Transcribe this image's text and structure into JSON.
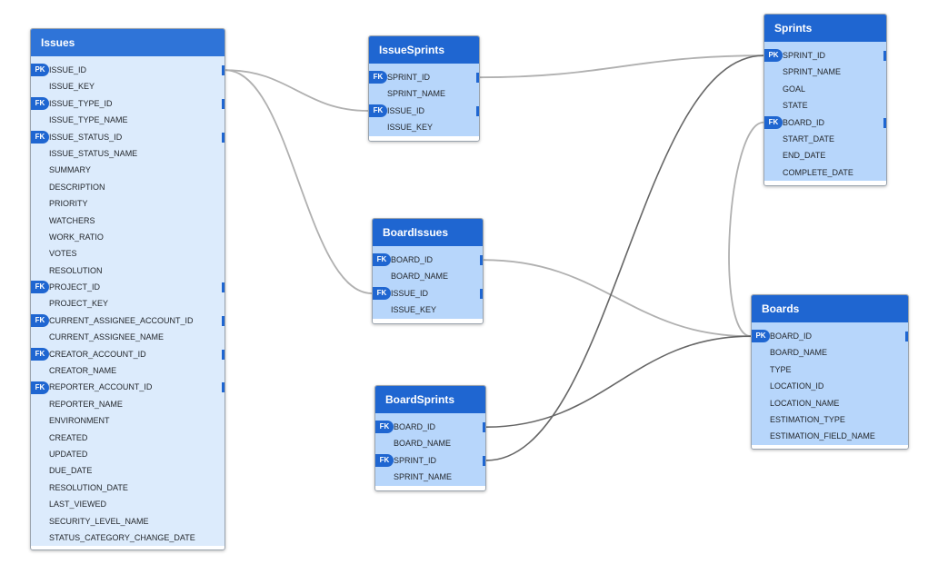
{
  "colors": {
    "header": "#1f66d1",
    "issues_header": "#2f74d8",
    "issues_body": "#dcebfc",
    "body": "#b7d6fb",
    "link_light": "#b0b0b0",
    "link_dark": "#666666"
  },
  "icons": {
    "key_badge": "key-badge-icon",
    "port": "connector-port-icon"
  },
  "tables": {
    "issues": {
      "title": "Issues",
      "columns": [
        {
          "name": "ISSUE_ID",
          "key": "PK",
          "port": true
        },
        {
          "name": "ISSUE_KEY"
        },
        {
          "name": "ISSUE_TYPE_ID",
          "key": "FK",
          "port": true
        },
        {
          "name": "ISSUE_TYPE_NAME"
        },
        {
          "name": "ISSUE_STATUS_ID",
          "key": "FK",
          "port": true
        },
        {
          "name": "ISSUE_STATUS_NAME"
        },
        {
          "name": "SUMMARY"
        },
        {
          "name": "DESCRIPTION"
        },
        {
          "name": "PRIORITY"
        },
        {
          "name": "WATCHERS"
        },
        {
          "name": "WORK_RATIO"
        },
        {
          "name": "VOTES"
        },
        {
          "name": "RESOLUTION"
        },
        {
          "name": "PROJECT_ID",
          "key": "FK",
          "port": true
        },
        {
          "name": "PROJECT_KEY"
        },
        {
          "name": "CURRENT_ASSIGNEE_ACCOUNT_ID",
          "key": "FK",
          "port": true
        },
        {
          "name": "CURRENT_ASSIGNEE_NAME"
        },
        {
          "name": "CREATOR_ACCOUNT_ID",
          "key": "FK",
          "port": true
        },
        {
          "name": "CREATOR_NAME"
        },
        {
          "name": "REPORTER_ACCOUNT_ID",
          "key": "FK",
          "port": true
        },
        {
          "name": "REPORTER_NAME"
        },
        {
          "name": "ENVIRONMENT"
        },
        {
          "name": "CREATED"
        },
        {
          "name": "UPDATED"
        },
        {
          "name": "DUE_DATE"
        },
        {
          "name": "RESOLUTION_DATE"
        },
        {
          "name": "LAST_VIEWED"
        },
        {
          "name": "SECURITY_LEVEL_NAME"
        },
        {
          "name": "STATUS_CATEGORY_CHANGE_DATE"
        }
      ]
    },
    "issue_sprints": {
      "title": "IssueSprints",
      "columns": [
        {
          "name": "SPRINT_ID",
          "key": "FK",
          "port": true
        },
        {
          "name": "SPRINT_NAME"
        },
        {
          "name": "ISSUE_ID",
          "key": "FK",
          "port": true
        },
        {
          "name": "ISSUE_KEY"
        }
      ]
    },
    "board_issues": {
      "title": "BoardIssues",
      "columns": [
        {
          "name": "BOARD_ID",
          "key": "FK",
          "port": true
        },
        {
          "name": "BOARD_NAME"
        },
        {
          "name": "ISSUE_ID",
          "key": "FK",
          "port": true
        },
        {
          "name": "ISSUE_KEY"
        }
      ]
    },
    "board_sprints": {
      "title": "BoardSprints",
      "columns": [
        {
          "name": "BOARD_ID",
          "key": "FK",
          "port": true
        },
        {
          "name": "BOARD_NAME"
        },
        {
          "name": "SPRINT_ID",
          "key": "FK",
          "port": true
        },
        {
          "name": "SPRINT_NAME"
        }
      ]
    },
    "sprints": {
      "title": "Sprints",
      "columns": [
        {
          "name": "SPRINT_ID",
          "key": "PK",
          "port": true
        },
        {
          "name": "SPRINT_NAME"
        },
        {
          "name": "GOAL"
        },
        {
          "name": "STATE"
        },
        {
          "name": "BOARD_ID",
          "key": "FK",
          "port": true
        },
        {
          "name": "START_DATE"
        },
        {
          "name": "END_DATE"
        },
        {
          "name": "COMPLETE_DATE"
        }
      ]
    },
    "boards": {
      "title": "Boards",
      "columns": [
        {
          "name": "BOARD_ID",
          "key": "PK",
          "port": true
        },
        {
          "name": "BOARD_NAME"
        },
        {
          "name": "TYPE"
        },
        {
          "name": "LOCATION_ID"
        },
        {
          "name": "LOCATION_NAME"
        },
        {
          "name": "ESTIMATION_TYPE"
        },
        {
          "name": "ESTIMATION_FIELD_NAME"
        }
      ]
    }
  },
  "relations": [
    {
      "from": "issue_sprints.ISSUE_ID",
      "to": "issues.ISSUE_ID",
      "tone": "light"
    },
    {
      "from": "board_issues.ISSUE_ID",
      "to": "issues.ISSUE_ID",
      "tone": "light"
    },
    {
      "from": "issue_sprints.SPRINT_ID",
      "to": "sprints.SPRINT_ID",
      "tone": "light"
    },
    {
      "from": "board_issues.BOARD_ID",
      "to": "boards.BOARD_ID",
      "tone": "light"
    },
    {
      "from": "sprints.BOARD_ID",
      "to": "boards.BOARD_ID",
      "tone": "light"
    },
    {
      "from": "board_sprints.BOARD_ID",
      "to": "boards.BOARD_ID",
      "tone": "dark"
    },
    {
      "from": "board_sprints.SPRINT_ID",
      "to": "sprints.SPRINT_ID",
      "tone": "dark"
    }
  ]
}
